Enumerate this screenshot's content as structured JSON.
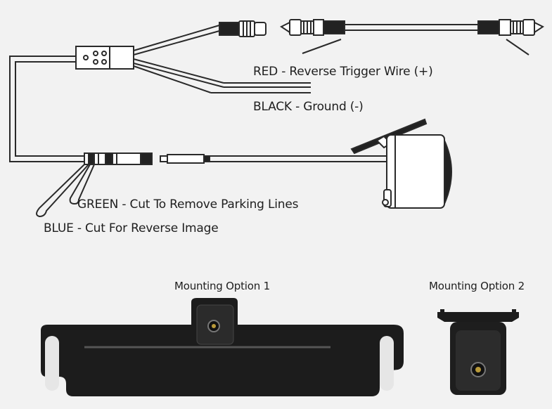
{
  "labels": {
    "red_wire": "RED - Reverse Trigger Wire (+)",
    "black_wire": "BLACK - Ground (-)",
    "green_wire": "GREEN - Cut To Remove Parking Lines",
    "blue_wire": "BLUE - Cut For Reverse Image"
  },
  "mounting": {
    "option1": "Mounting Option 1",
    "option2": "Mounting Option 2"
  },
  "colors": {
    "background": "#f2f2f2",
    "line": "#2a2a2a",
    "bracket": "#1c1c1c",
    "slot": "#e6e6e6"
  }
}
